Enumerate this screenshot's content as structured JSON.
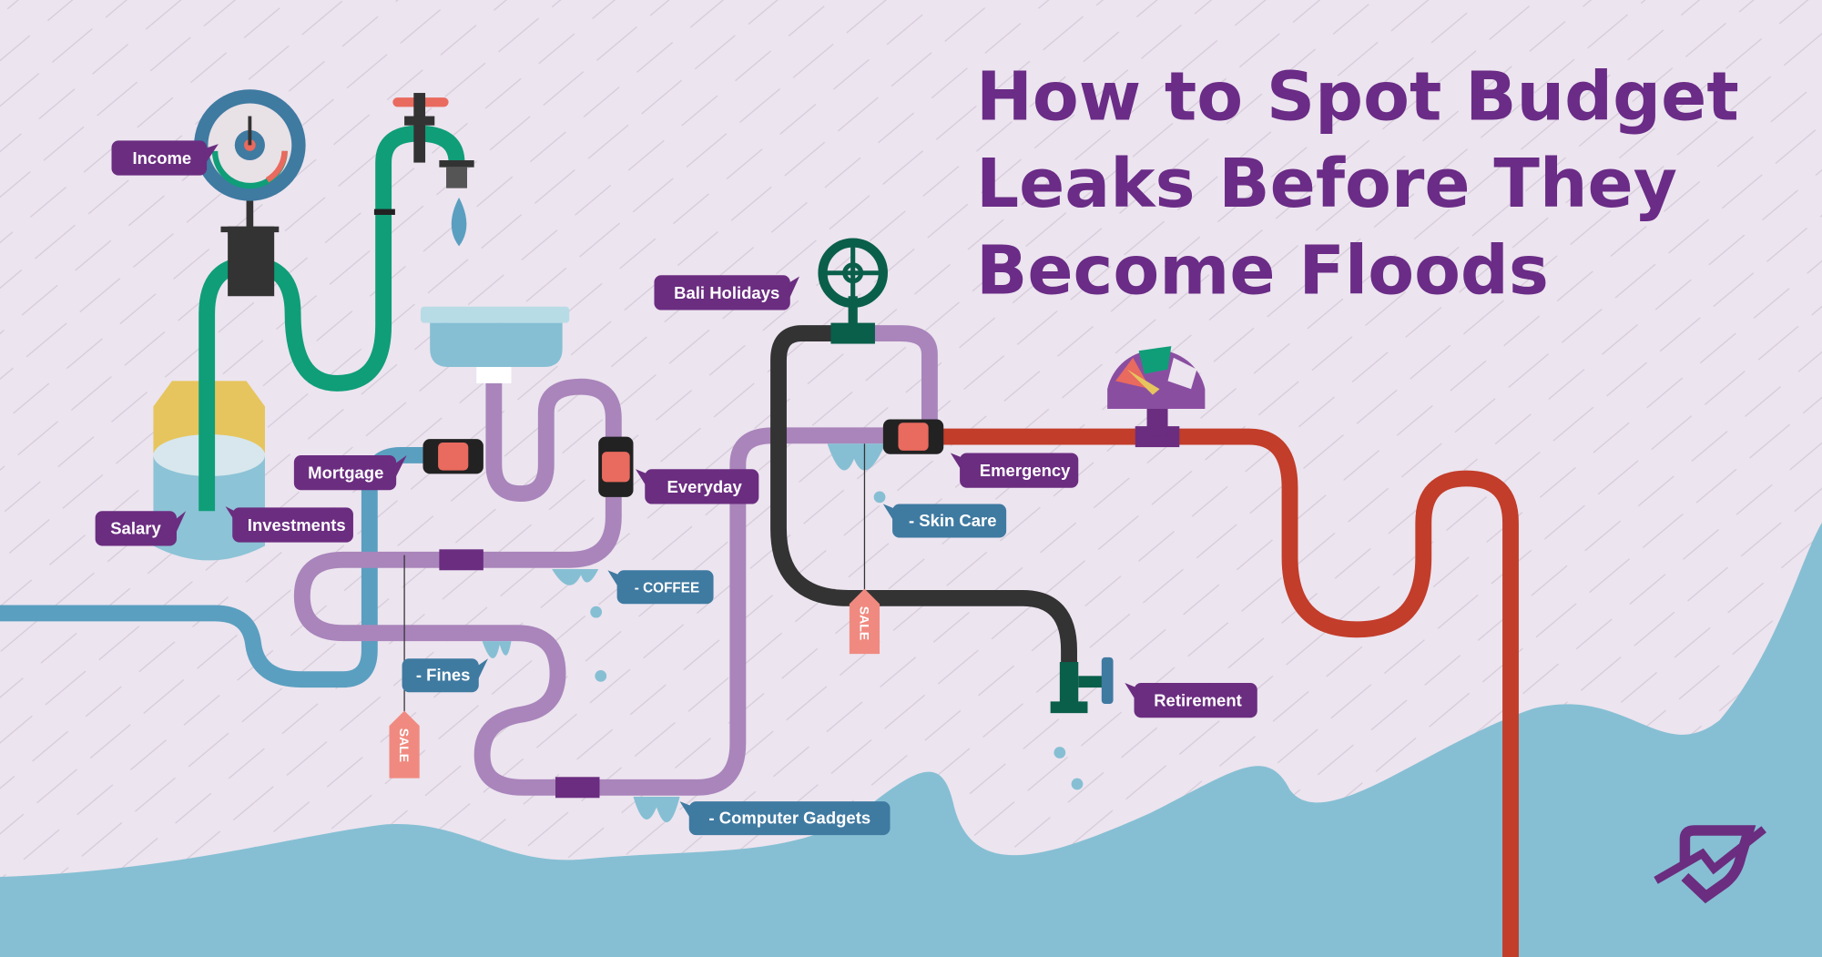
{
  "title": {
    "line1": "How to Spot Budget",
    "line2": "Leaks Before They",
    "line3": "Become Floods"
  },
  "labels": {
    "income": "Income",
    "salary": "Salary",
    "investments": "Investments",
    "mortgage": "Mortgage",
    "everyday": "Everyday",
    "bali": "Bali Holidays",
    "emergency": "Emergency",
    "retirement": "Retirement",
    "coffee": "- COFFEE",
    "fines": "- Fines",
    "skincare": "- Skin Care",
    "gadgets": "- Computer Gadgets"
  },
  "sale_tag": "SALE",
  "colors": {
    "purple": "#6b2d80",
    "blue_label": "#3f7aa1",
    "water": "#86bfd3",
    "red_pipe": "#c23d2a",
    "green_pipe": "#0f9e78",
    "background": "#ece4ef"
  }
}
